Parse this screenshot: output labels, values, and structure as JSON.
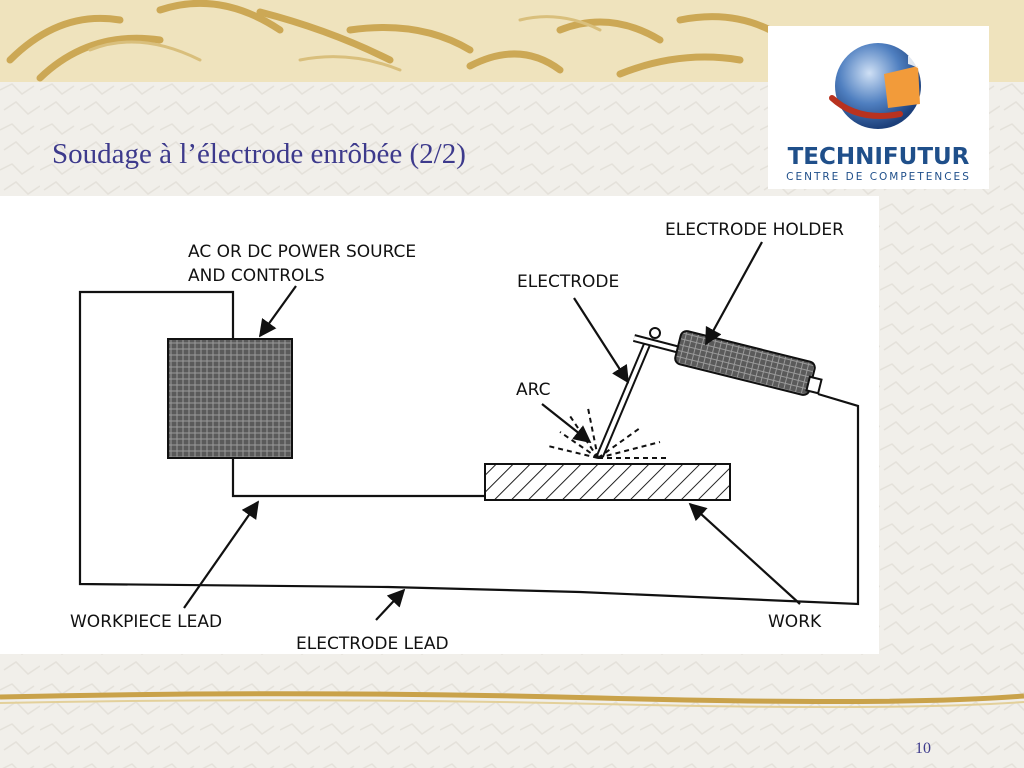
{
  "slide": {
    "title": "Soudage à l’électrode enrôbée (2/2)",
    "page_number": "10"
  },
  "logo": {
    "name": "TECHNIFUTUR",
    "subtitle": "CENTRE DE COMPETENCES"
  },
  "diagram": {
    "labels": {
      "power_source_line1": "AC OR DC POWER SOURCE",
      "power_source_line2": "AND CONTROLS",
      "electrode_holder": "ELECTRODE HOLDER",
      "electrode": "ELECTRODE",
      "arc": "ARC",
      "workpiece_lead": "WORKPIECE LEAD",
      "electrode_lead": "ELECTRODE LEAD",
      "work": "WORK"
    }
  },
  "colors": {
    "title": "#3d3a8c",
    "logo_blue": "#1f4f8a",
    "accent_gold": "#c9a24a"
  }
}
